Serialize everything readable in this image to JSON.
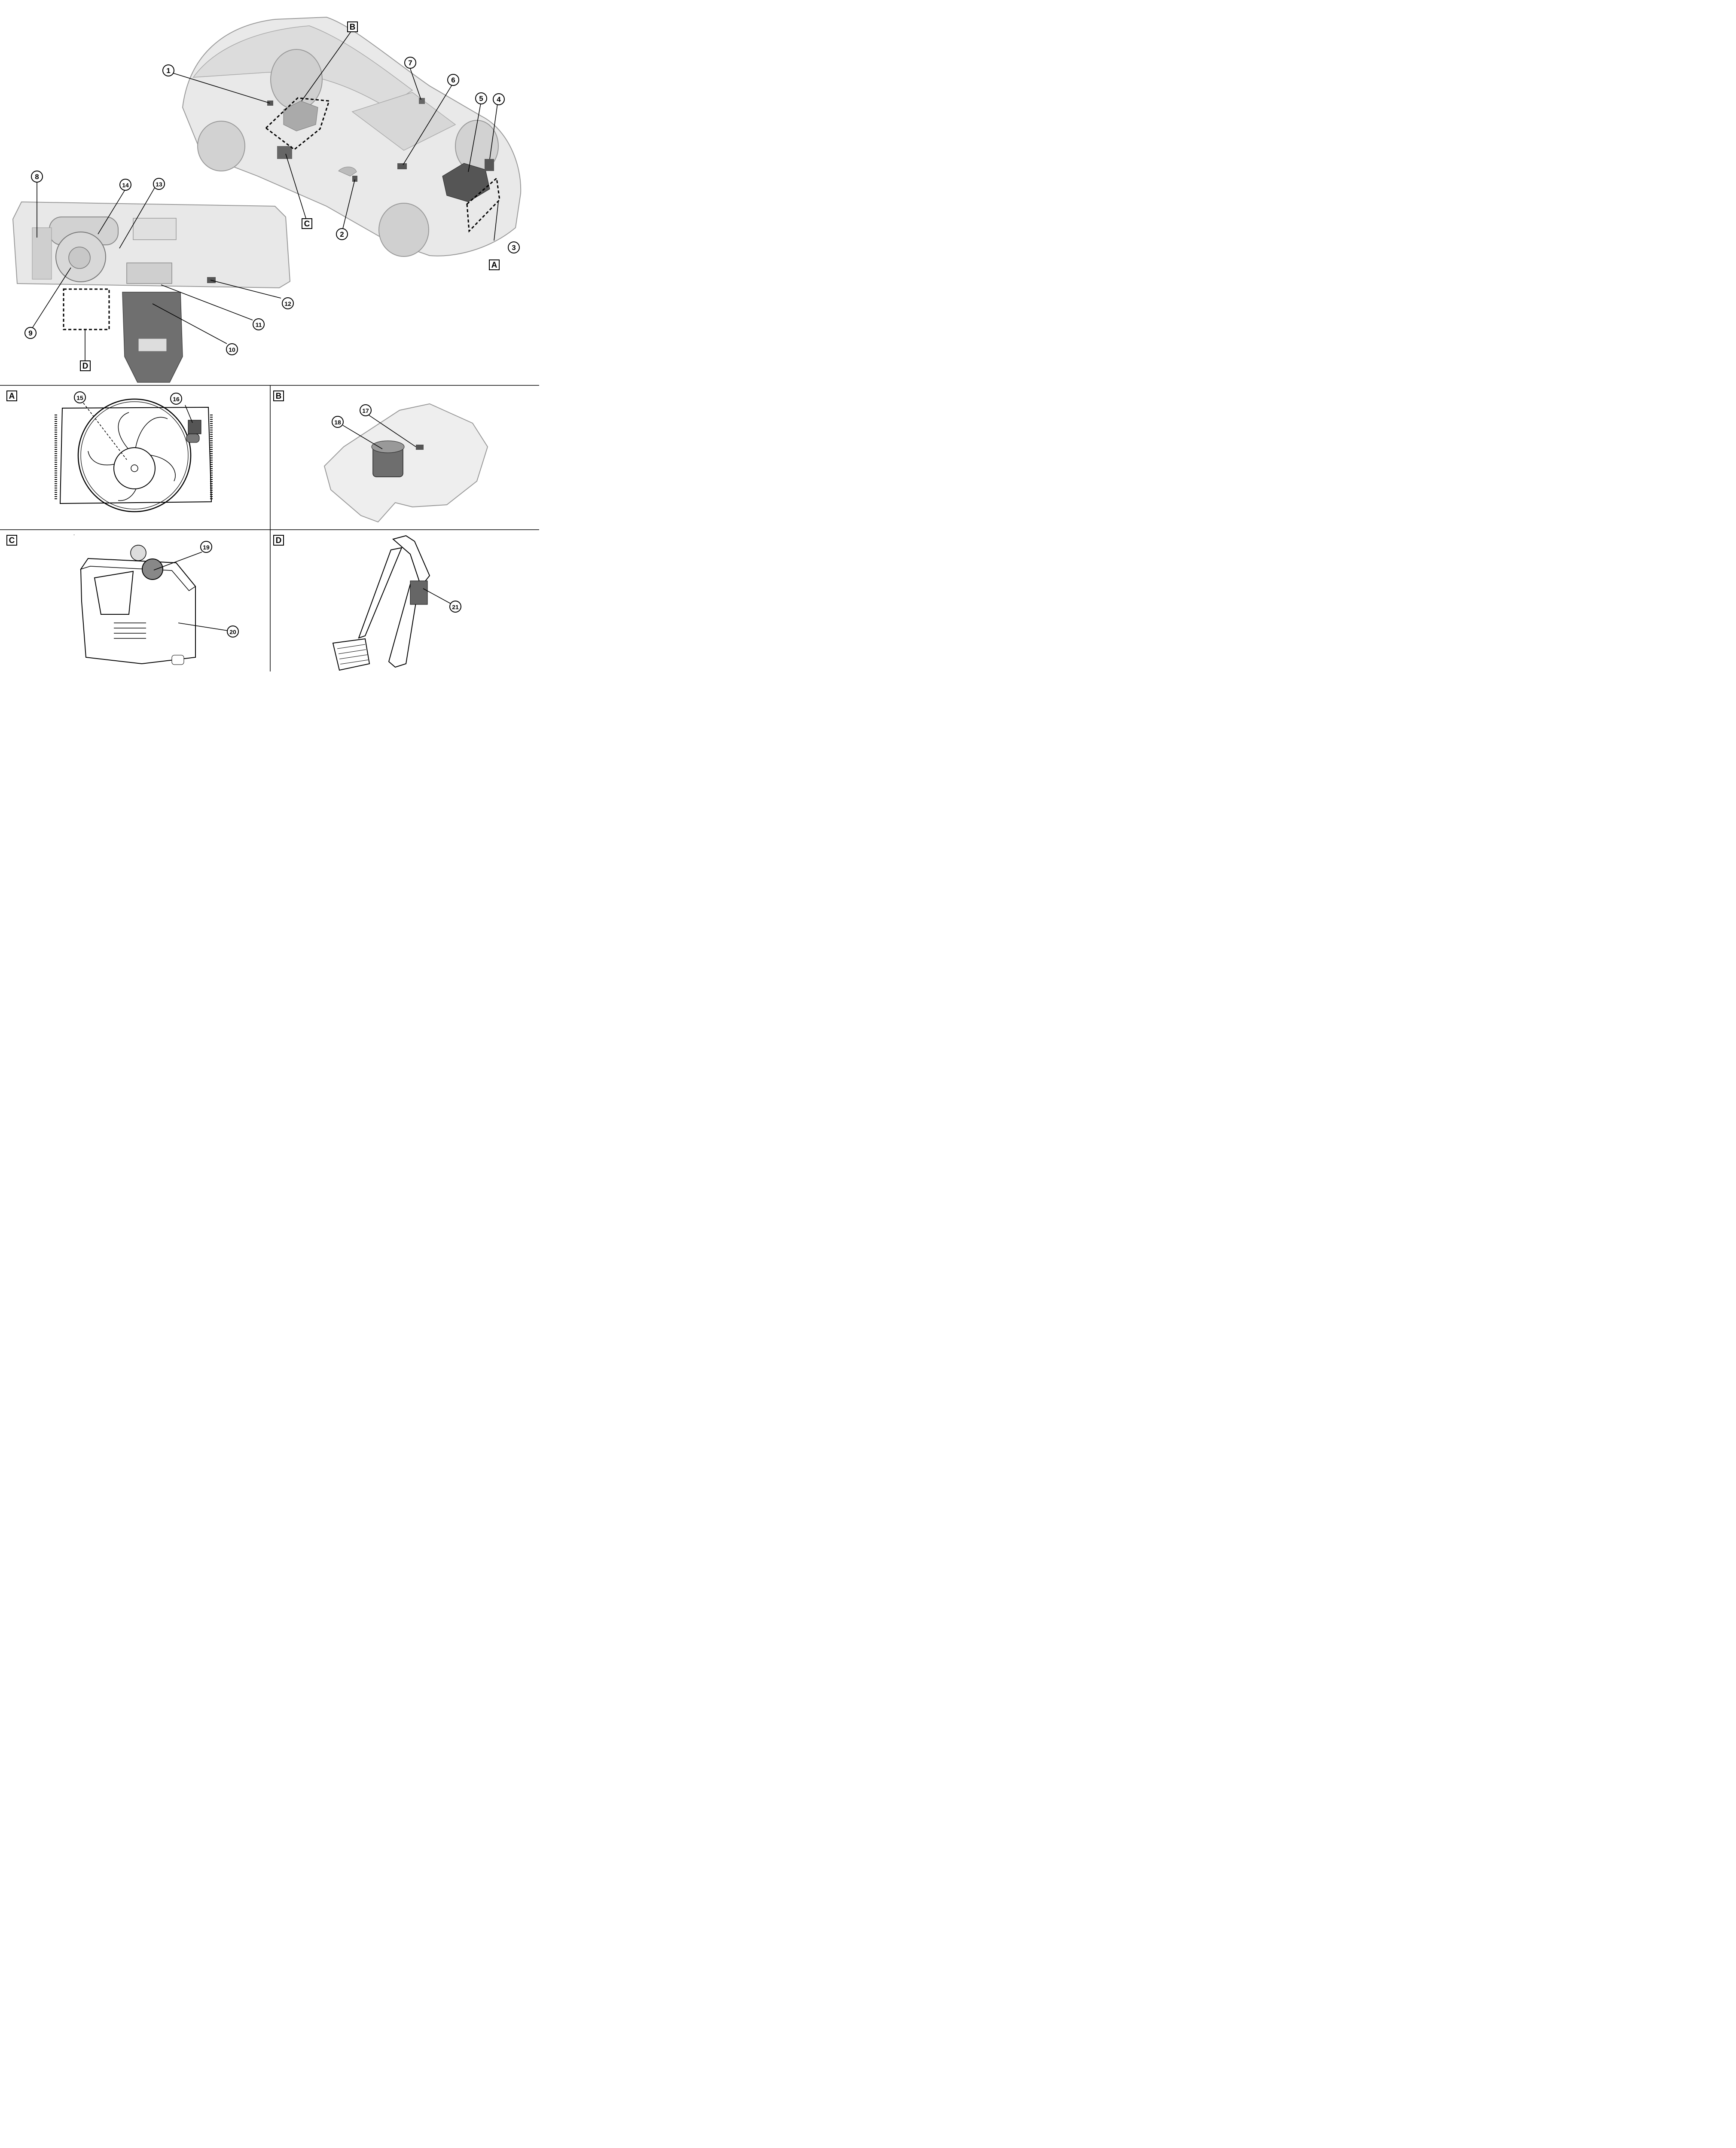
{
  "callouts": [
    "1",
    "2",
    "3",
    "4",
    "5",
    "6",
    "7",
    "8",
    "9",
    "10",
    "11",
    "12",
    "13",
    "14",
    "15",
    "16",
    "17",
    "18",
    "19",
    "20",
    "21"
  ],
  "detail_letters": [
    "A",
    "B",
    "C",
    "D"
  ],
  "panels": [
    {
      "letter": "A",
      "contents": "radiator-fan"
    },
    {
      "letter": "B",
      "contents": "fuel-tank"
    },
    {
      "letter": "C",
      "contents": "reservoir"
    },
    {
      "letter": "D",
      "contents": "pedal-box"
    }
  ]
}
